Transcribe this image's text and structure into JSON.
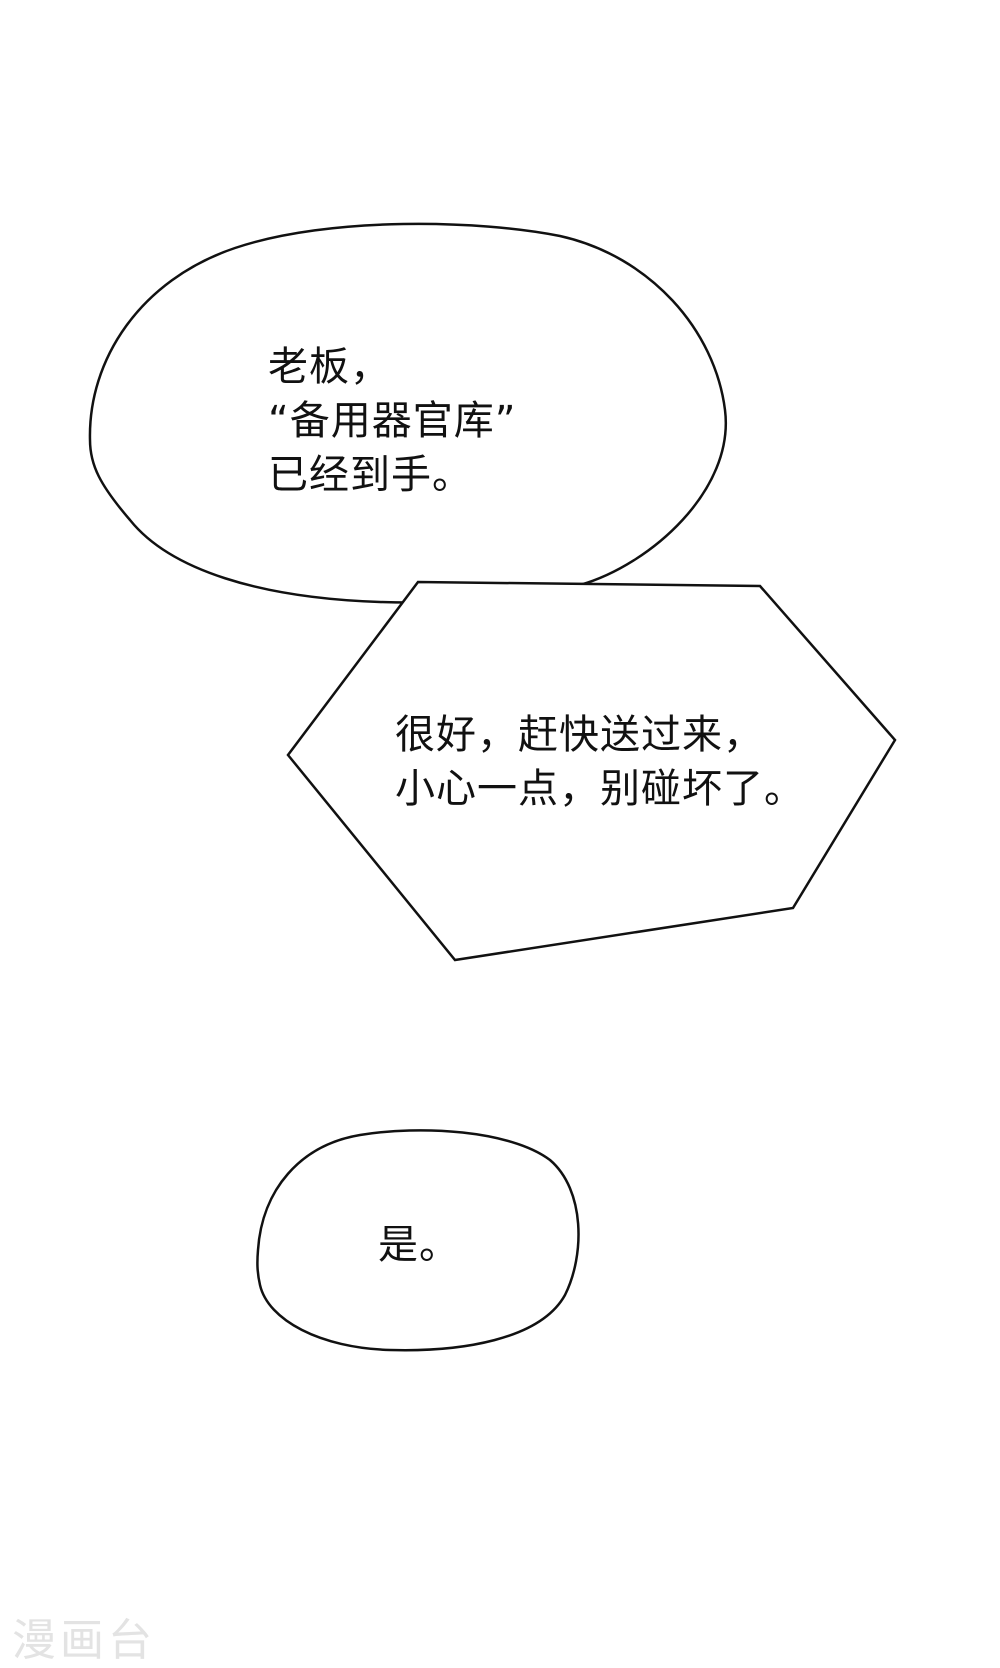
{
  "panel": {
    "background": "#ffffff",
    "line_color": "#111111"
  },
  "bubbles": [
    {
      "shape": "oval",
      "text": "老板，\n“备用器官库”\n已经到手。"
    },
    {
      "shape": "hexagon",
      "text": "很好，赶快送过来，\n小心一点，别碰坏了。"
    },
    {
      "shape": "oval",
      "text": "是。"
    }
  ],
  "watermark": {
    "text": "漫画台",
    "color": "#e3e3e3"
  }
}
